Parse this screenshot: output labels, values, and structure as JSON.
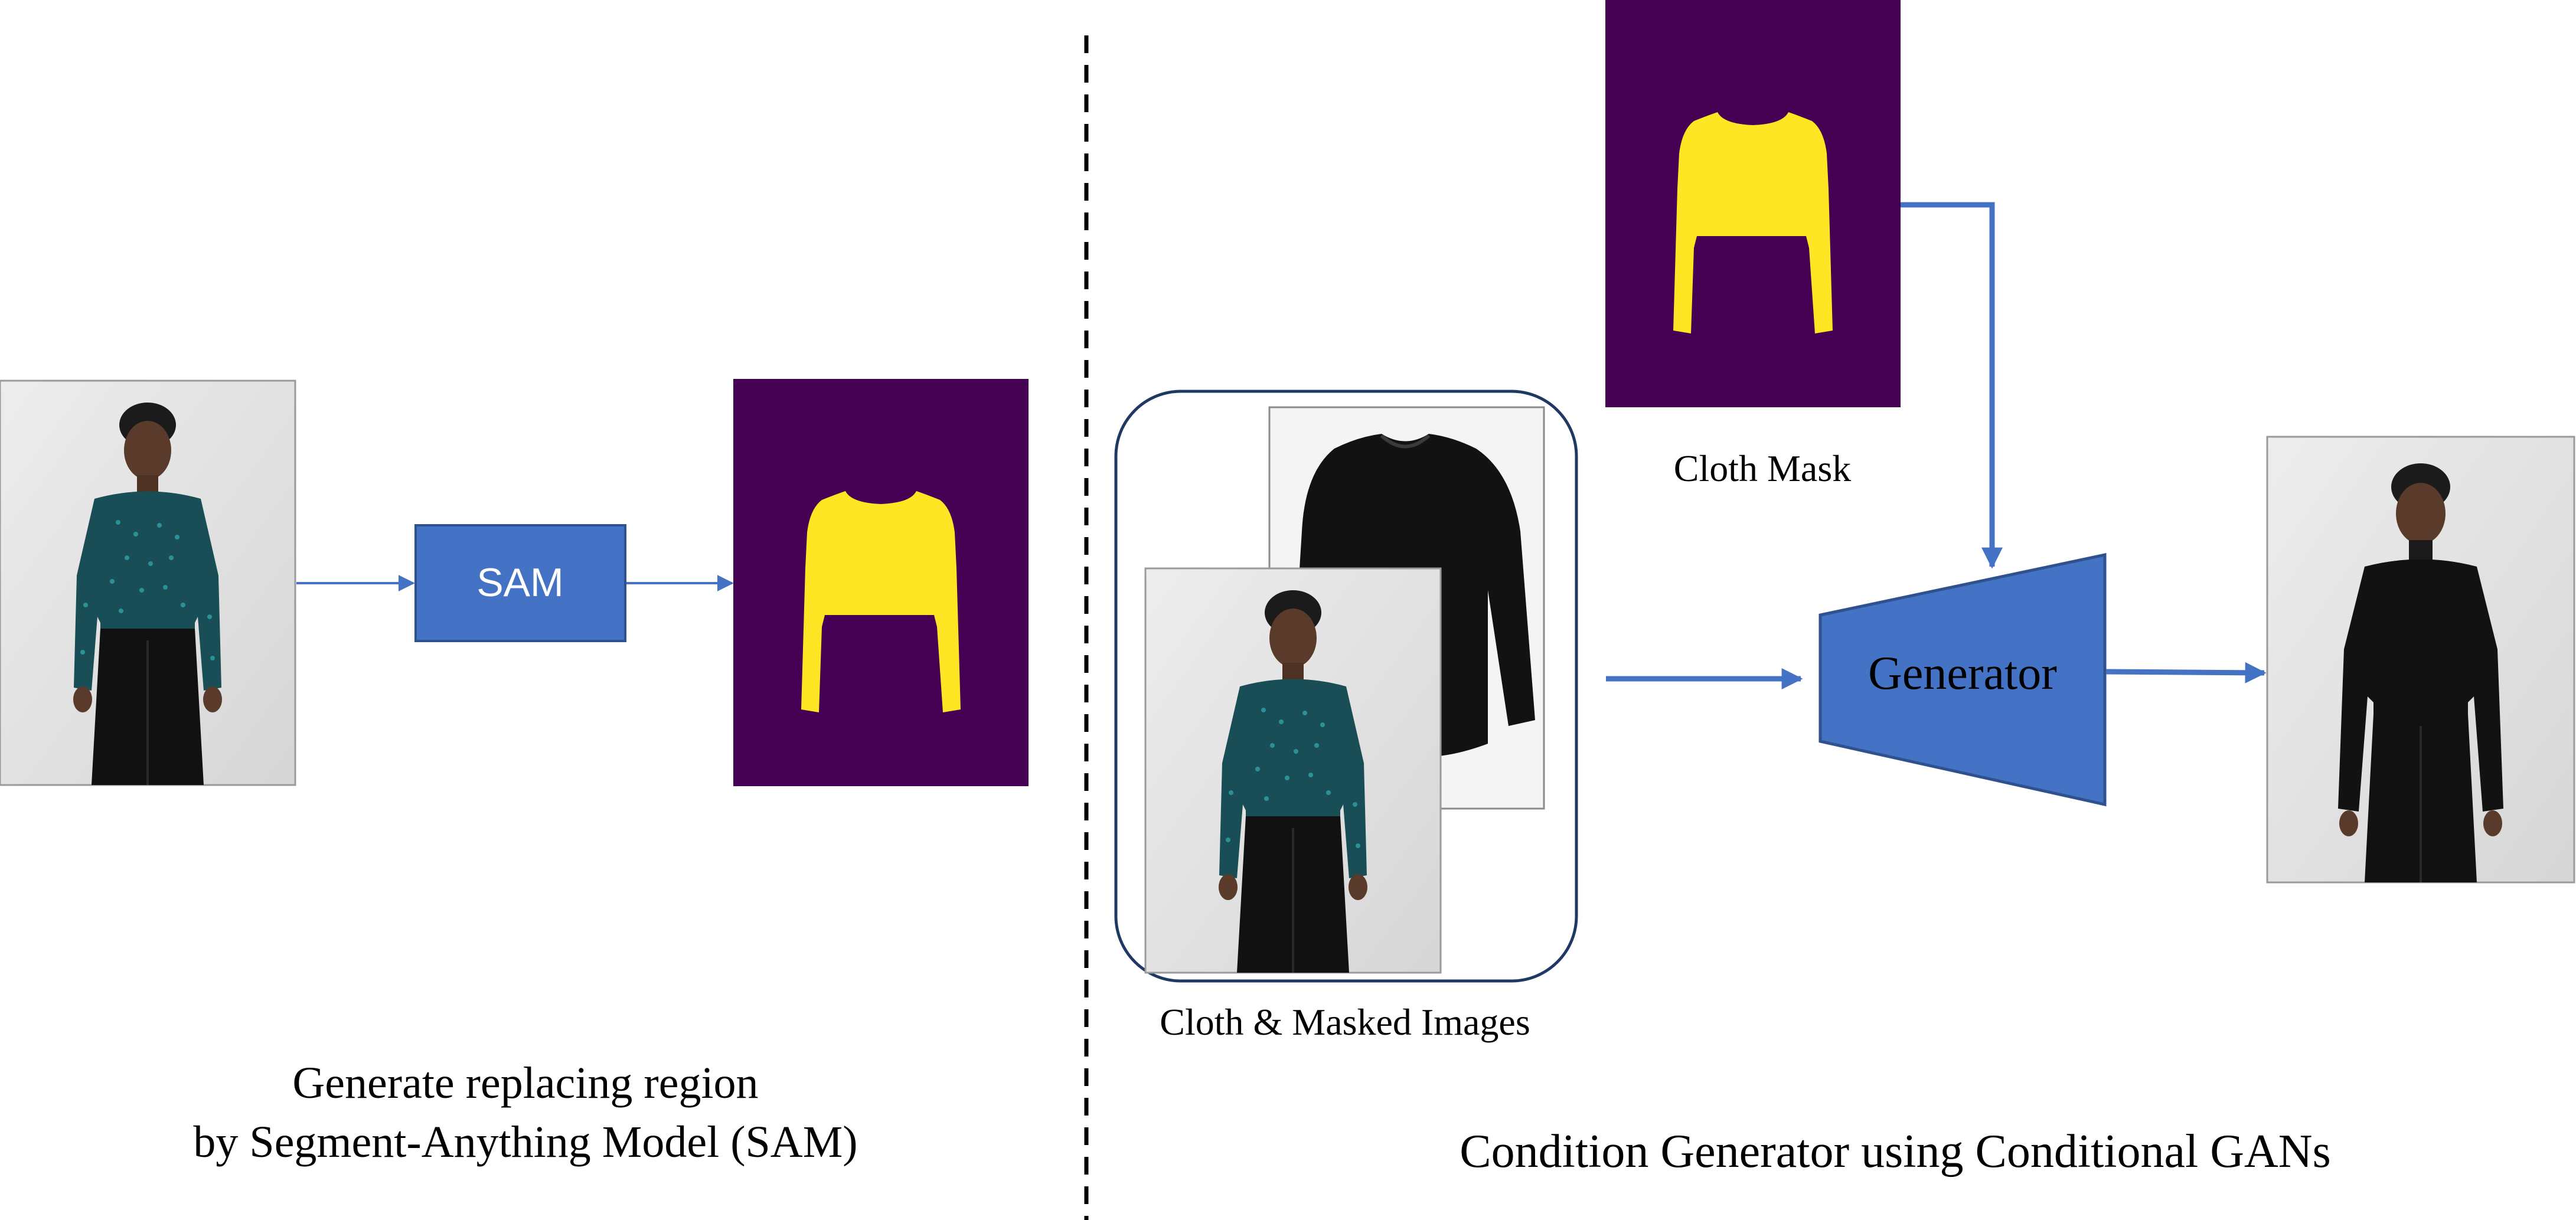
{
  "left_panel": {
    "sam_label": "SAM",
    "caption_line1": "Generate replacing region",
    "caption_line2": "by Segment-Anything Model (SAM)"
  },
  "right_panel": {
    "cloth_mask_label": "Cloth Mask",
    "inputs_label": "Cloth & Masked Images",
    "generator_label": "Generator",
    "caption": "Condition Generator using Conditional GANs"
  },
  "colors": {
    "accent_blue": "#4472C4",
    "mask_background": "#440154",
    "mask_foreground": "#FDE725",
    "photo_background": "#e6e6e6",
    "top_teal": "#1a4e57",
    "pants_black": "#111111",
    "skin": "#5a3a2a"
  },
  "icons": {
    "photo": "person-photo",
    "mask": "cloth-mask-image",
    "shirt": "black-sweater-image"
  }
}
